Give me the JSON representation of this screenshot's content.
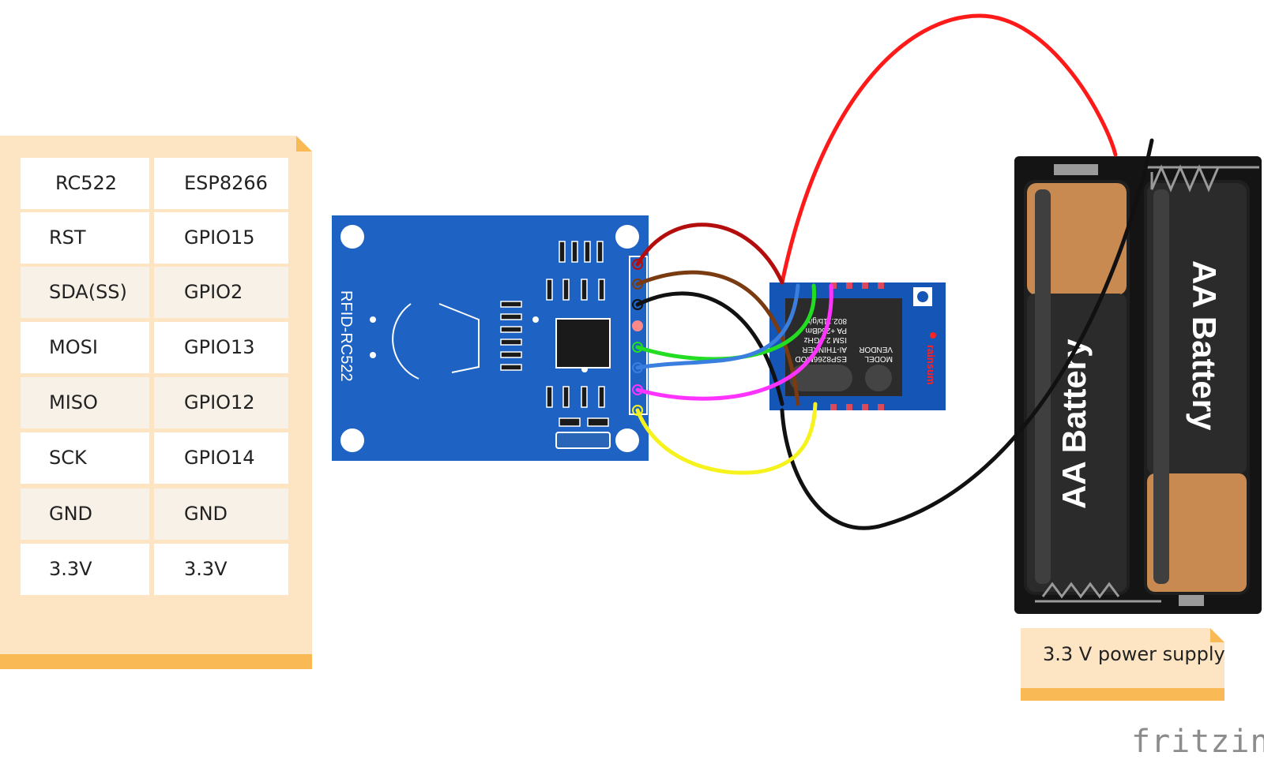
{
  "table": {
    "header": [
      "RC522",
      "ESP8266"
    ],
    "rows": [
      [
        "RST",
        "GPIO15"
      ],
      [
        "SDA(SS)",
        "GPIO2"
      ],
      [
        "MOSI",
        "GPIO13"
      ],
      [
        "MISO",
        "GPIO12"
      ],
      [
        "SCK",
        "GPIO14"
      ],
      [
        "GND",
        "GND"
      ],
      [
        "3.3V",
        "3.3V"
      ]
    ]
  },
  "rfid_board": {
    "label": "RFID-RC522",
    "color": "#1e63c4"
  },
  "esp_module": {
    "brand": "rainsum",
    "lines": [
      "MODEL",
      "VENDOR",
      "ESP8266MOD",
      "AI-THINKER",
      "ISM 2.4GHz",
      "PA +25dBm",
      "802.11b/g/n"
    ],
    "color": "#1455b6"
  },
  "battery_pack": {
    "battery_labels": [
      "AA Battery",
      "AA Battery"
    ]
  },
  "power_note": {
    "text": "3.3 V power supply"
  },
  "logo": {
    "text": "fritzing"
  },
  "colors": {
    "note_bg": "#fde4c2",
    "note_bar": "#f9b955",
    "wire_red": "#ff1a1a",
    "wire_black": "#111111",
    "wire_dark_red": "#b40d0d",
    "wire_brown": "#7a3b10",
    "wire_green": "#22dd22",
    "wire_blue": "#3a7fe0",
    "wire_magenta": "#ff33ff",
    "wire_yellow": "#f5f21c"
  }
}
